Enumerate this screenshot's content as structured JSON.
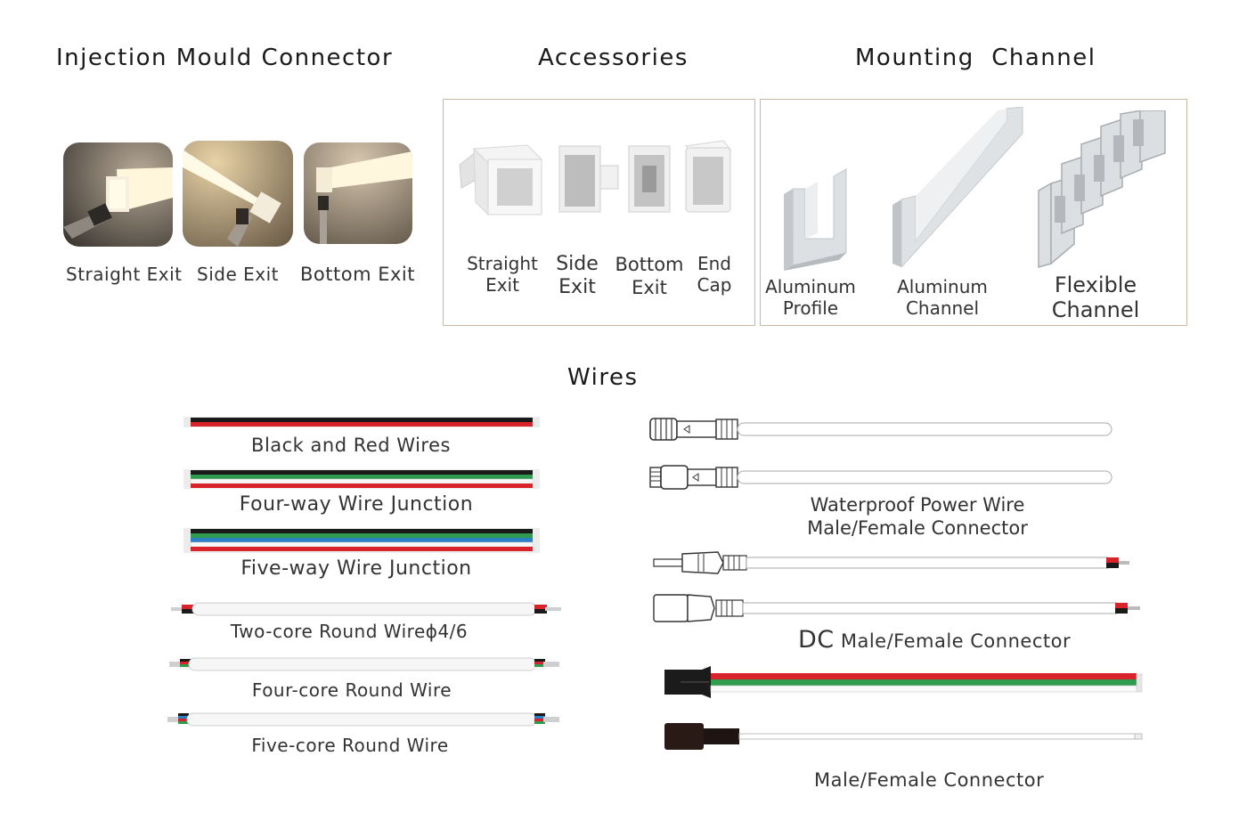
{
  "sections": {
    "connector_title": "Injection Mould Connector",
    "accessories_title": "Accessories",
    "mounting_title": "Mounting  Channel",
    "wires_title": "Wires"
  },
  "connectors": [
    {
      "label": "Straight Exit"
    },
    {
      "label": "Side Exit"
    },
    {
      "label": "Bottom Exit"
    }
  ],
  "accessories": [
    {
      "line1": "Straight",
      "line2": "Exit"
    },
    {
      "line1": "Side",
      "line2": "Exit"
    },
    {
      "line1": "Bottom",
      "line2": "Exit"
    },
    {
      "line1": "End",
      "line2": "Cap"
    }
  ],
  "mounting": [
    {
      "line1": "Aluminum",
      "line2": "Profile"
    },
    {
      "line1": "Aluminum",
      "line2": "Channel"
    },
    {
      "line1": "Flexible",
      "line2": "Channel"
    }
  ],
  "wires_left": [
    {
      "label": "Black and Red Wires"
    },
    {
      "label": "Four-way Wire Junction"
    },
    {
      "label": "Five-way Wire Junction"
    },
    {
      "label": "Two-core Round Wireϕ4/6"
    },
    {
      "label": "Four-core Round Wire"
    },
    {
      "label": "Five-core Round Wire"
    }
  ],
  "wires_right": {
    "waterproof_line1": "Waterproof Power Wire",
    "waterproof_line2": "Male/Female Connector",
    "dc_prefix": "DC",
    "dc_label": "Male/Female Connector",
    "mf_label": "Male/Female Connector"
  },
  "colors": {
    "red": "#d8232a",
    "black": "#1a1a1a",
    "green": "#2e9b4f",
    "blue": "#2b7fc4",
    "box_border": "#c9b8a4",
    "white_wire": "#f4f4f4"
  }
}
